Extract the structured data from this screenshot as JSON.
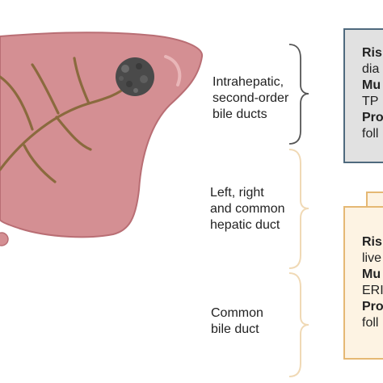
{
  "labels": {
    "intrahepatic": [
      "Intrahepatic,",
      "second-order",
      "bile ducts"
    ],
    "hepatic": [
      "Left, right",
      "and common",
      "hepatic duct"
    ],
    "common": [
      "Common",
      "bile duct"
    ]
  },
  "card_top": {
    "lines": [
      "Ris",
      "dia",
      "Mu",
      "TP",
      "Pro",
      "foll"
    ]
  },
  "card_bottom": {
    "lines": [
      "Ris",
      "live",
      "Mu",
      "ERI",
      "Pro",
      "foll"
    ]
  },
  "colors": {
    "liver": "#d48f93",
    "liver_dark": "#b96e74",
    "duct": "#8a6a3e",
    "tumor": "#4a4a4a",
    "bracket_gray": "#555555",
    "bracket_tan": "#f0d9b5",
    "card_top_fill": "#e1e1e1",
    "card_top_border": "#4f6a7e",
    "card_bottom_fill": "#fdf3e3",
    "card_bottom_border": "#e5b874"
  }
}
